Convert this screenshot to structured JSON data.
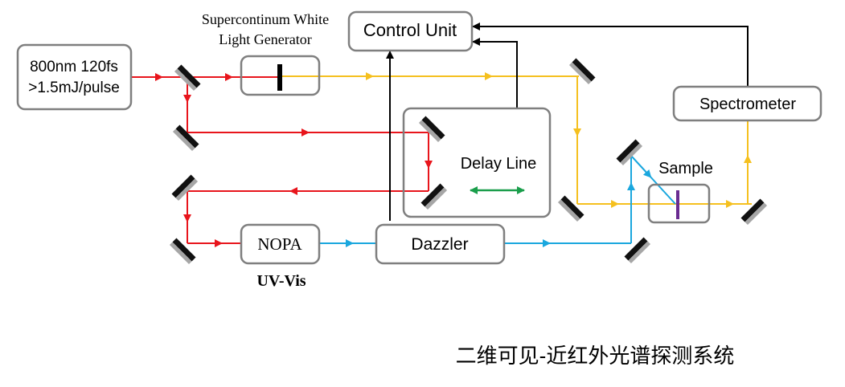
{
  "laser": {
    "line1": "800nm 120fs",
    "line2": ">1.5mJ/pulse"
  },
  "sc_generator": {
    "label1": "Supercontinum White",
    "label2": "Light Generator"
  },
  "control_unit": {
    "label": "Control Unit"
  },
  "delay_line": {
    "label": "Delay Line"
  },
  "spectrometer": {
    "label": "Spectrometer"
  },
  "sample": {
    "label": "Sample"
  },
  "nopa": {
    "label": "NOPA",
    "sublabel": "UV-Vis"
  },
  "dazzler": {
    "label": "Dazzler"
  },
  "caption": "二维可见-近红外光谱探测系统",
  "colors": {
    "pump_beam": "#e8151c",
    "probe_beam": "#f5c01f",
    "uv_beam": "#1aa7de",
    "control": "#000000",
    "delay_arrow": "#1a9e4b",
    "sample_mark": "#6a2c91"
  }
}
